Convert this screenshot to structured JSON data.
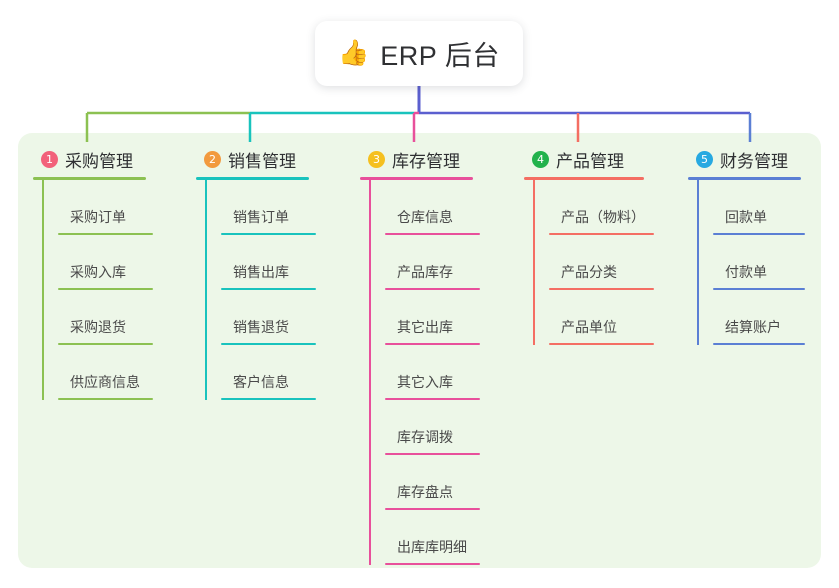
{
  "diagram": {
    "type": "mindmap",
    "root": {
      "icon": "thumbs-up-icon",
      "emoji": "👍",
      "title": "ERP 后台"
    },
    "panel_color": "#edf7e8",
    "trunk_color": "#5b5fcf",
    "branches": [
      {
        "number": "1",
        "title": "采购管理",
        "badge_color": "#f2617a",
        "line_color": "#8cc152",
        "connector_color": "#8cc152",
        "items": [
          "采购订单",
          "采购入库",
          "采购退货",
          "供应商信息"
        ]
      },
      {
        "number": "2",
        "title": "销售管理",
        "badge_color": "#f29a3e",
        "line_color": "#19c3bd",
        "connector_color": "#19c3bd",
        "items": [
          "销售订单",
          "销售出库",
          "销售退货",
          "客户信息"
        ]
      },
      {
        "number": "3",
        "title": "库存管理",
        "badge_color": "#f5c020",
        "line_color": "#e8509b",
        "connector_color": "#e8509b",
        "items": [
          "仓库信息",
          "产品库存",
          "其它出库",
          "其它入库",
          "库存调拨",
          "库存盘点",
          "出库库明细"
        ]
      },
      {
        "number": "4",
        "title": "产品管理",
        "badge_color": "#22b24c",
        "line_color": "#f46e63",
        "connector_color": "#f46e63",
        "items": [
          "产品（物料）",
          "产品分类",
          "产品单位"
        ]
      },
      {
        "number": "5",
        "title": "财务管理",
        "badge_color": "#27a9e1",
        "line_color": "#5b7fd4",
        "connector_color": "#5b7fd4",
        "items": [
          "回款单",
          "付款单",
          "结算账户"
        ]
      }
    ]
  }
}
